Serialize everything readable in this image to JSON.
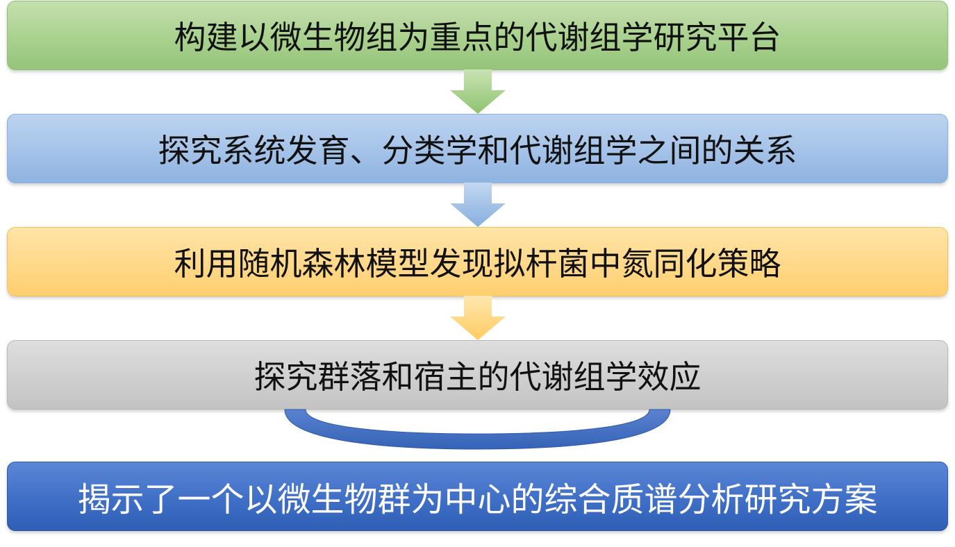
{
  "steps": [
    {
      "label": "构建以微生物组为重点的代谢组学研究平台",
      "color": "#a9d18e"
    },
    {
      "label": "探究系统发育、分类学和代谢组学之间的关系",
      "color": "#a4c2e8"
    },
    {
      "label": "利用随机森林模型发现拟杆菌中氮同化策略",
      "color": "#ffd88a"
    },
    {
      "label": "探究群落和宿主的代谢组学效应",
      "color": "#cfcfcf"
    }
  ],
  "result": {
    "label": "揭示了一个以微生物群为中心的综合质谱分析研究方案",
    "color": "#3f6fc6"
  },
  "connector_color": "#4472c4"
}
